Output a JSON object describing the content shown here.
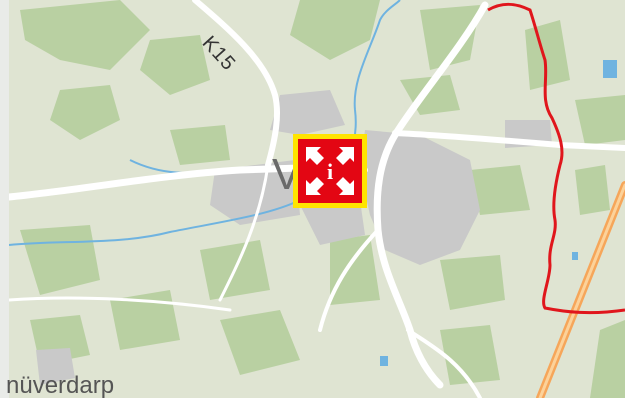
{
  "map": {
    "labels": {
      "road": "K15",
      "town": "Vr  n",
      "village": "nüverdarp"
    },
    "marker": {
      "type": "assembly-point-info",
      "icon": "assembly-point-icon",
      "glyph": "i"
    },
    "colors": {
      "land": "#dfe4d2",
      "forest": "#b9d0a2",
      "urban": "#c9c9c9",
      "road": "#ffffff",
      "water": "#6fb3e0",
      "boundary": "#e0161c",
      "motorway": "#f6a65a",
      "marker_bg": "#e30613",
      "marker_border": "#ffe400"
    }
  }
}
